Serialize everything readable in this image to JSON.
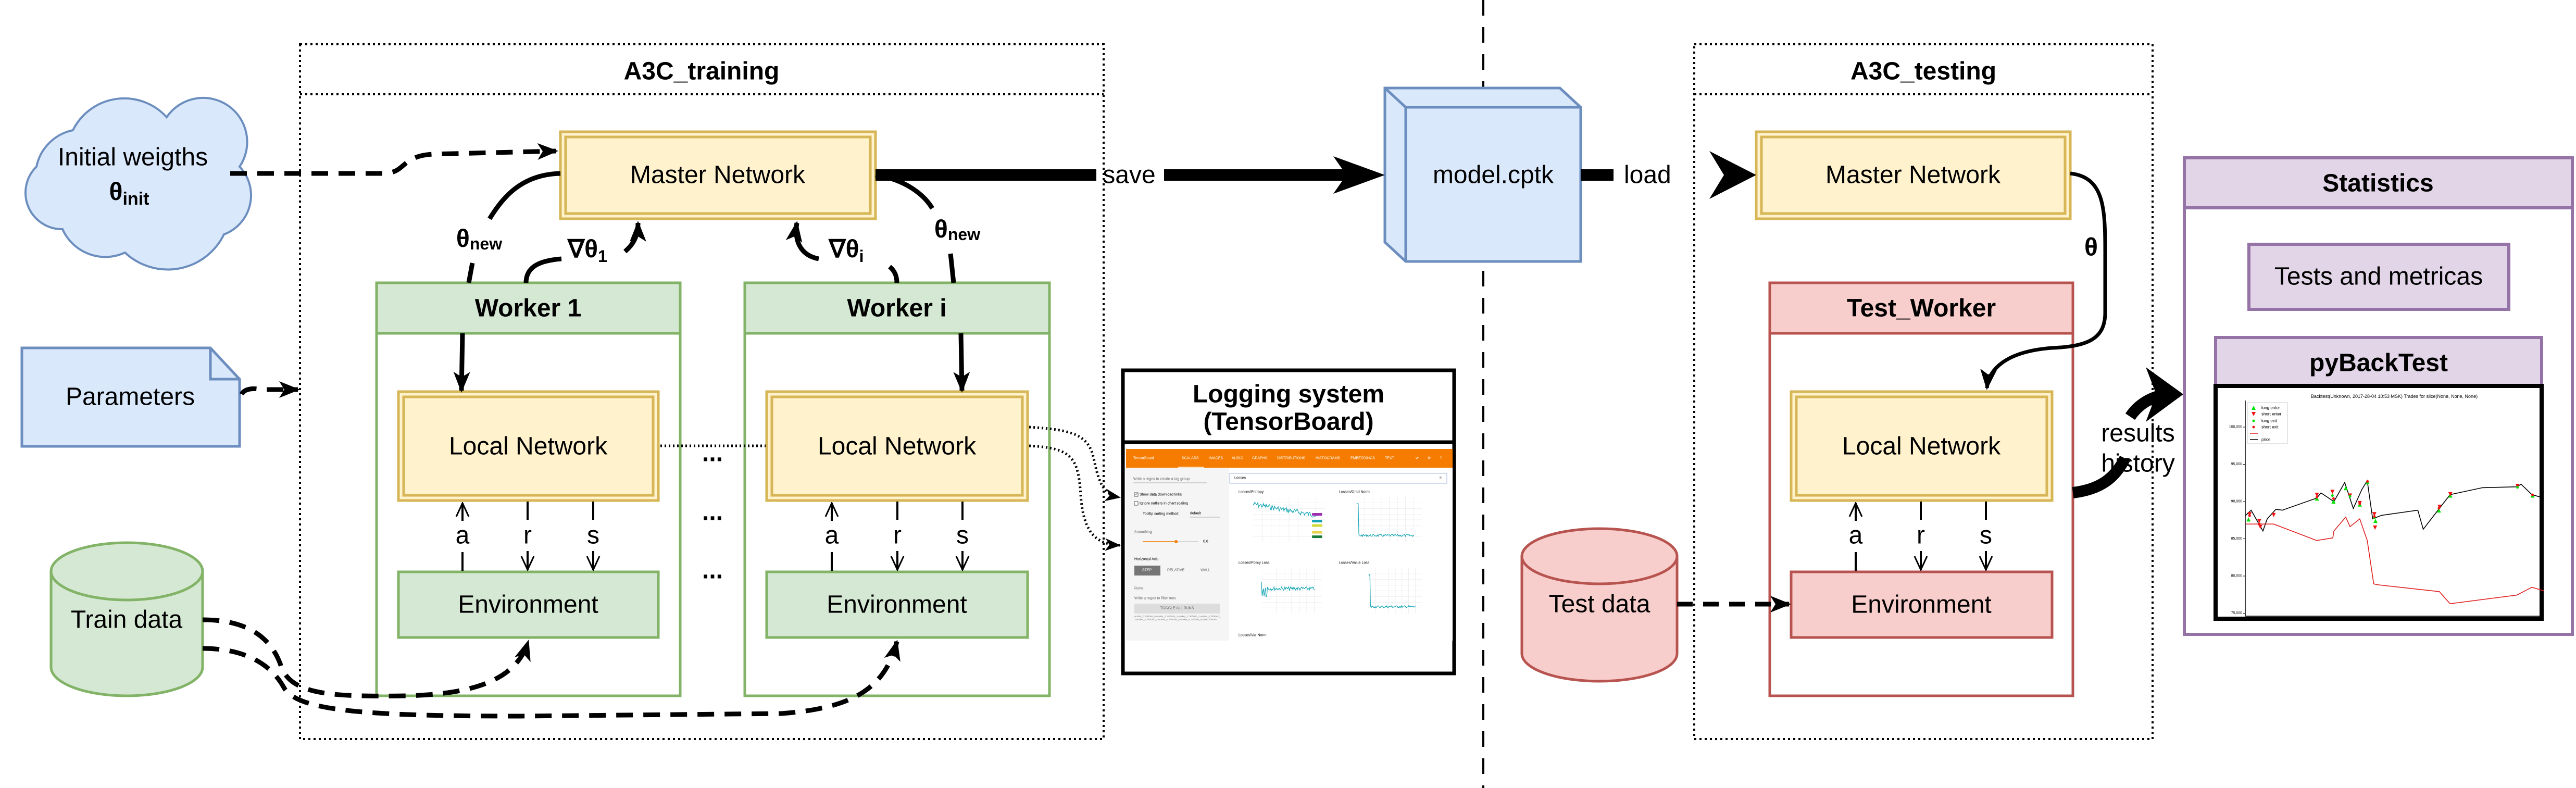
{
  "colors": {
    "yellow_fill": "#fff2cc",
    "yellow_stroke": "#d6b656",
    "green_fill": "#d5e8d4",
    "green_stroke": "#82b366",
    "blue_fill": "#dae8fc",
    "blue_stroke": "#6c8ebf",
    "red_fill": "#f8cecc",
    "red_stroke": "#b85450",
    "purple_fill": "#e1d5e7",
    "purple_stroke": "#9673a6",
    "tensorboard_orange": "#f57c00"
  },
  "inputs": {
    "cloud": {
      "line1": "Initial weigths",
      "theta": "θ",
      "sub": "init"
    },
    "parameters": "Parameters",
    "train_data": "Train data",
    "test_data": "Test data"
  },
  "training": {
    "title": "A3C_training",
    "master": "Master Network",
    "theta_new": "θ",
    "new_sub": "new",
    "grad": "∇θ",
    "grad_sub_1": "1",
    "grad_sub_i": "i",
    "workers": [
      {
        "title": "Worker 1",
        "local": "Local Network",
        "env": "Environment"
      },
      {
        "title": "Worker i",
        "local": "Local Network",
        "env": "Environment"
      }
    ],
    "signals": {
      "a": "a",
      "r": "r",
      "s": "s"
    },
    "ellipsis": "..."
  },
  "edges": {
    "save": "save",
    "load": "load",
    "theta": "θ",
    "results": "results",
    "history": "history"
  },
  "model_file": "model.cptk",
  "logging": {
    "title_line1": "Logging system",
    "title_line2": "(TensorBoard)",
    "tensorboard": {
      "brand": "TensorBoard",
      "tabs": [
        "SCALARS",
        "IMAGES",
        "AUDIO",
        "GRAPHS",
        "DISTRIBUTIONS",
        "HISTOGRAMS",
        "EMBEDDINGS",
        "TEXT"
      ],
      "icons": [
        "refresh-icon",
        "settings-icon",
        "help-icon"
      ],
      "tag_regex_placeholder": "Write a regex to create a tag group",
      "show_download": "Show data download links",
      "ignore_outliers": "Ignore outliers in chart scaling",
      "tooltip_label": "Tooltip sorting method:",
      "tooltip_value": "default",
      "smoothing_label": "Smoothing",
      "smoothing_value": "0.6",
      "smoothing_fraction": 0.6,
      "axis_label": "Horizontal Axis",
      "axis_options": [
        "STEP",
        "RELATIVE",
        "WALL"
      ],
      "runs_label": "Runs",
      "runs_placeholder": "Write a regex to filter runs",
      "toggle_runs": "TOGGLE ALL RUNS",
      "runs_list": "worker_0:./tb/train_0,worker_1:./tb/train_1,worker_2:./tb/train_2,worker_3:./tb/train_3,worker_4:./tb/train_4,worker_5:./tb/train_5,worker_6:./tb/train_6,base:./tb/train",
      "search_value": "Losses",
      "search_count": "5",
      "charts": [
        "Losses/Entropy",
        "Losses/Grad Norm",
        "Losses/Policy Loss",
        "Losses/Value Loss",
        "Losses/Var Norm"
      ]
    }
  },
  "testing": {
    "title": "A3C_testing",
    "master": "Master Network",
    "worker": {
      "title": "Test_Worker",
      "local": "Local Network",
      "env": "Environment"
    },
    "signals": {
      "a": "a",
      "r": "r",
      "s": "s"
    }
  },
  "statistics": {
    "title": "Statistics",
    "metrics": "Tests and metricas",
    "backtest_title": "pyBackTest"
  },
  "chart_data": {
    "type": "line",
    "title": "Backtest(Unknown, 2017-28-04 10:53 MSK) Trades for slice(None, None, None)",
    "ylim": [
      75000,
      103000
    ],
    "yticks": [
      "75,000",
      "80,000",
      "85,000",
      "90,000",
      "95,000",
      "100,000"
    ],
    "ytick_values": [
      75000,
      80000,
      85000,
      90000,
      95000,
      100000
    ],
    "legend_placement": "top-left",
    "legend": [
      "long enter",
      "short enter",
      "long exit",
      "short exit",
      "",
      "price"
    ],
    "series": [
      {
        "name": "price",
        "color": "#000000",
        "x": [
          2,
          27,
          82,
          102,
          142,
          172,
          332,
          352,
          412,
          462,
          502,
          542,
          567,
          592,
          632,
          802,
          827,
          902,
          952,
          1102,
          1262,
          1282,
          1332,
          1387
        ],
        "y": [
          88140,
          88840,
          86050,
          87670,
          88950,
          88840,
          90470,
          91160,
          90000,
          92560,
          89070,
          91630,
          92790,
          87670,
          88140,
          88840,
          86280,
          89070,
          90930,
          91860,
          91980,
          92330,
          90930,
          90470
        ]
      },
      {
        "name": "",
        "color": "#e02020",
        "x": [
          2,
          132,
          332,
          407,
          412,
          467,
          487,
          532,
          567,
          597,
          612,
          902,
          952,
          1262,
          1332,
          1387
        ],
        "y": [
          86980,
          86980,
          84770,
          85120,
          86050,
          87910,
          86630,
          87670,
          84770,
          78950,
          78840,
          77910,
          76280,
          77440,
          78490,
          78020
        ]
      }
    ],
    "markers": {
      "long enter": [
        [
          15,
          87600
        ],
        [
          333,
          90400
        ],
        [
          410,
          90000
        ],
        [
          467,
          91800
        ],
        [
          532,
          89600
        ],
        [
          568,
          92600
        ],
        [
          605,
          87400
        ],
        [
          900,
          88800
        ],
        [
          953,
          90800
        ],
        [
          1335,
          90800
        ]
      ],
      "short enter": [
        [
          20,
          88300
        ],
        [
          65,
          87400
        ],
        [
          70,
          86600
        ],
        [
          132,
          88200
        ],
        [
          333,
          90900
        ],
        [
          405,
          91300
        ],
        [
          487,
          90800
        ],
        [
          532,
          89800
        ],
        [
          600,
          88300
        ],
        [
          603,
          86500
        ],
        [
          903,
          89300
        ],
        [
          953,
          91000
        ],
        [
          1265,
          92100
        ]
      ],
      "long exit": [
        [
          405,
          90800
        ],
        [
          487,
          90700
        ],
        [
          600,
          87800
        ],
        [
          1265,
          91900
        ]
      ],
      "short exit": [
        [
          20,
          88100
        ],
        [
          65,
          87000
        ],
        [
          333,
          90600
        ],
        [
          410,
          90400
        ],
        [
          532,
          89700
        ],
        [
          568,
          92700
        ],
        [
          600,
          88000
        ],
        [
          603,
          86600
        ],
        [
          900,
          89100
        ],
        [
          1335,
          90900
        ]
      ]
    }
  }
}
